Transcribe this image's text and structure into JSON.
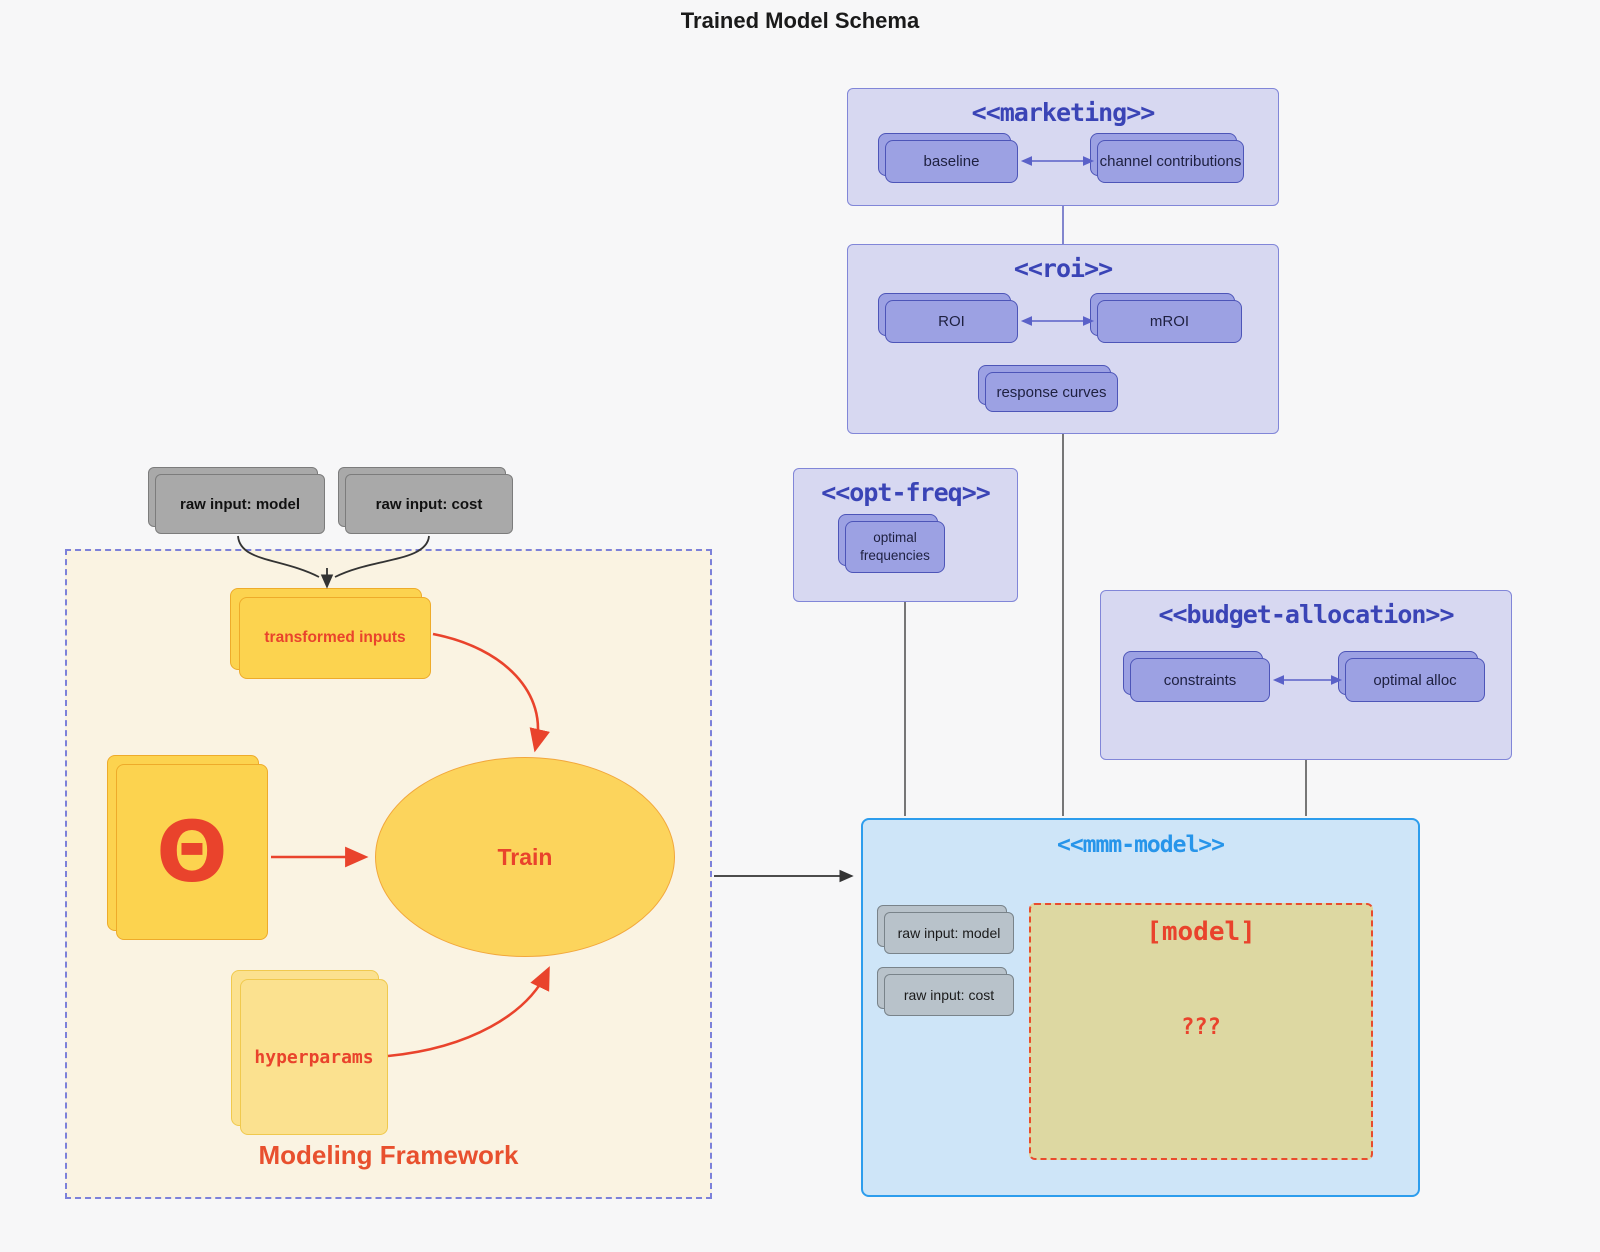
{
  "diagram_title": "Trained Model Schema",
  "external_inputs": {
    "model": "raw input: model",
    "cost": "raw input: cost"
  },
  "framework": {
    "label": "Modeling Framework",
    "transformed_inputs": "transformed inputs",
    "theta": "Θ",
    "train": "Train",
    "hyperparams": "hyperparams"
  },
  "marketing": {
    "title": "<<marketing>>",
    "baseline": "baseline",
    "channel_contributions": "channel contributions"
  },
  "roi": {
    "title": "<<roi>>",
    "roi": "ROI",
    "mroi": "mROI",
    "response_curves": "response curves"
  },
  "opt_freq": {
    "title": "<<opt-freq>>",
    "optimal_frequencies": "optimal frequencies"
  },
  "budget_allocation": {
    "title": "<<budget-allocation>>",
    "constraints": "constraints",
    "optimal_alloc": "optimal alloc"
  },
  "mmm_model": {
    "title": "<<mmm-model>>",
    "raw_input_model": "raw input: model",
    "raw_input_cost": "raw input: cost",
    "model_box": "[model]",
    "unknown": "???"
  },
  "colors": {
    "background": "#f7f7f8",
    "purple_container_fill": "#d7d8f1",
    "purple_container_border": "#8186d8",
    "purple_node_fill": "#9ca1e3",
    "purple_node_border": "#4d55b8",
    "indigo_title_text": "#3a44b6",
    "mmm_fill": "#cee5f8",
    "mmm_border": "#2d9ded",
    "mmm_title_text": "#2795ea",
    "framework_fill": "#faf3e2",
    "framework_border": "#7c81da",
    "yellow_node_fill": "#fcd34f",
    "yellow_light_fill": "#fbe18f",
    "gray_node_fill": "#a9a9a9",
    "gray_light_fill": "#b8c2ca",
    "khaki_model_fill": "#ddd8a2",
    "red_accent": "#e9432c",
    "connector_gray": "#4c4c4c"
  }
}
